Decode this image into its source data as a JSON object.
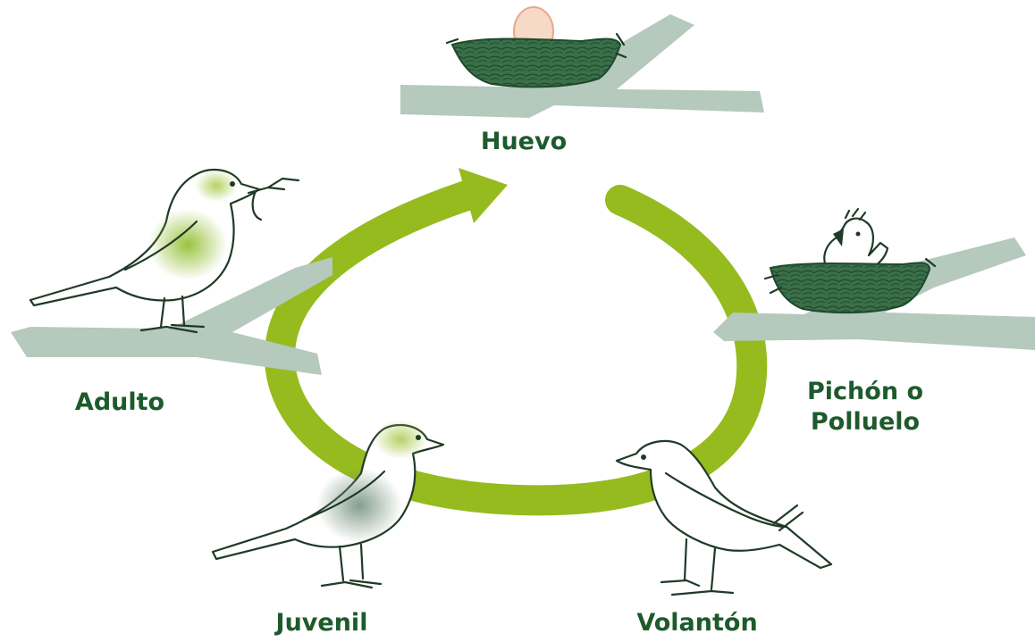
{
  "diagram": {
    "stages": [
      {
        "id": "egg",
        "label": "Huevo"
      },
      {
        "id": "nestling",
        "label": "Pichón o\nPolluelo"
      },
      {
        "id": "fledgling",
        "label": "Volantón"
      },
      {
        "id": "juvenile",
        "label": "Juvenil"
      },
      {
        "id": "adult",
        "label": "Adulto"
      }
    ],
    "colors": {
      "cycle_arrow": "#95bb1e",
      "branch": "#b5c9bd",
      "nest": "#3b6f4a",
      "nest_dark": "#1e4a2c",
      "egg": "#f7d9c8",
      "label": "#1d5a2c",
      "outline": "#1f3a26",
      "adult_patch": "#9cc13e",
      "juvenile_patch": "#8fa894"
    }
  }
}
